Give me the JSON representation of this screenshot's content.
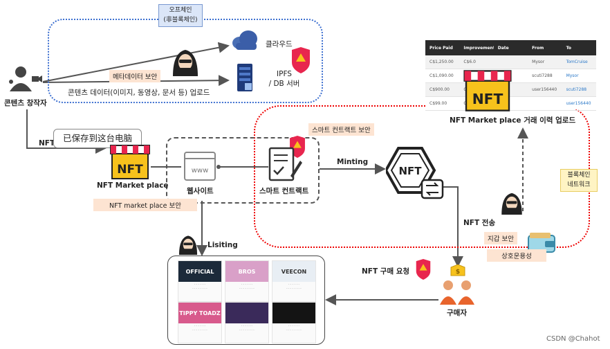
{
  "labels": {
    "offchain_tag": "오프체인",
    "offchain_tag_sub": "(非블록체인)",
    "cloud": "클라우드",
    "ipfs_line1": "IPFS",
    "ipfs_line2": "/ DB 서버",
    "metadata_security": "메타데이터 보안",
    "content_data": "콘텐츠 데이터(이미지, 동영상, 문서 등) 업로드",
    "creator": "콘텐츠 창작자",
    "nft_left": "NFT",
    "saved_popup": "已保存到这台电脑",
    "nft_marketplace": "NFT Market place",
    "nft_marketplace_security": "NFT market place 보안",
    "website": "웹사이트",
    "www": "www",
    "smart_contract": "스마트 컨트랙트",
    "smart_contract_security": "스마트 컨트랙트 보안",
    "minting": "Minting",
    "nft_token": "NFT",
    "trade_history": "NFT Market place 거래 이력 업로드",
    "blockchain_tag": "블록체인",
    "blockchain_tag_sub": "네트워크",
    "nft_transfer": "NFT 전송",
    "wallet_security": "지갑 보안",
    "interoperability": "상호운용성",
    "listing": "Lisiting",
    "purchase_request": "NFT 구매 요청",
    "buyer": "구매자",
    "watermark": "CSDN @Chahot"
  },
  "tx_table": {
    "headers": [
      "Price Paid",
      "Improvement Fee",
      "Date",
      "From",
      "To"
    ],
    "rows": [
      [
        "C$1,250.00",
        "C$6.0",
        "",
        "Mysor",
        "TomCruise"
      ],
      [
        "C$1,090.00",
        "C$",
        "",
        "scuti7288",
        "Mysor"
      ],
      [
        "C$900.00",
        "C$4",
        "",
        "user156440",
        "scuti7288"
      ],
      [
        "C$99.00",
        "C$",
        "",
        "",
        "user156440"
      ]
    ]
  },
  "market_tiles": [
    {
      "title": "OFFICIAL",
      "bg": "#1c2a3a"
    },
    {
      "title": "BROS",
      "bg": "#d9a0c8"
    },
    {
      "title": "VEECON",
      "bg": "#e8eef4"
    },
    {
      "title": "TIPPY TOADZ",
      "bg": "#d85a8c"
    },
    {
      "title": "",
      "bg": "#3a2a5a"
    },
    {
      "title": "",
      "bg": "#141414"
    }
  ],
  "colors": {
    "offchain_border": "#3c6fd0",
    "blockchain_border": "#e00000",
    "peach_label": "#fde4d2",
    "nft_yellow": "#f7c21c",
    "shield_red": "#e8264e"
  }
}
